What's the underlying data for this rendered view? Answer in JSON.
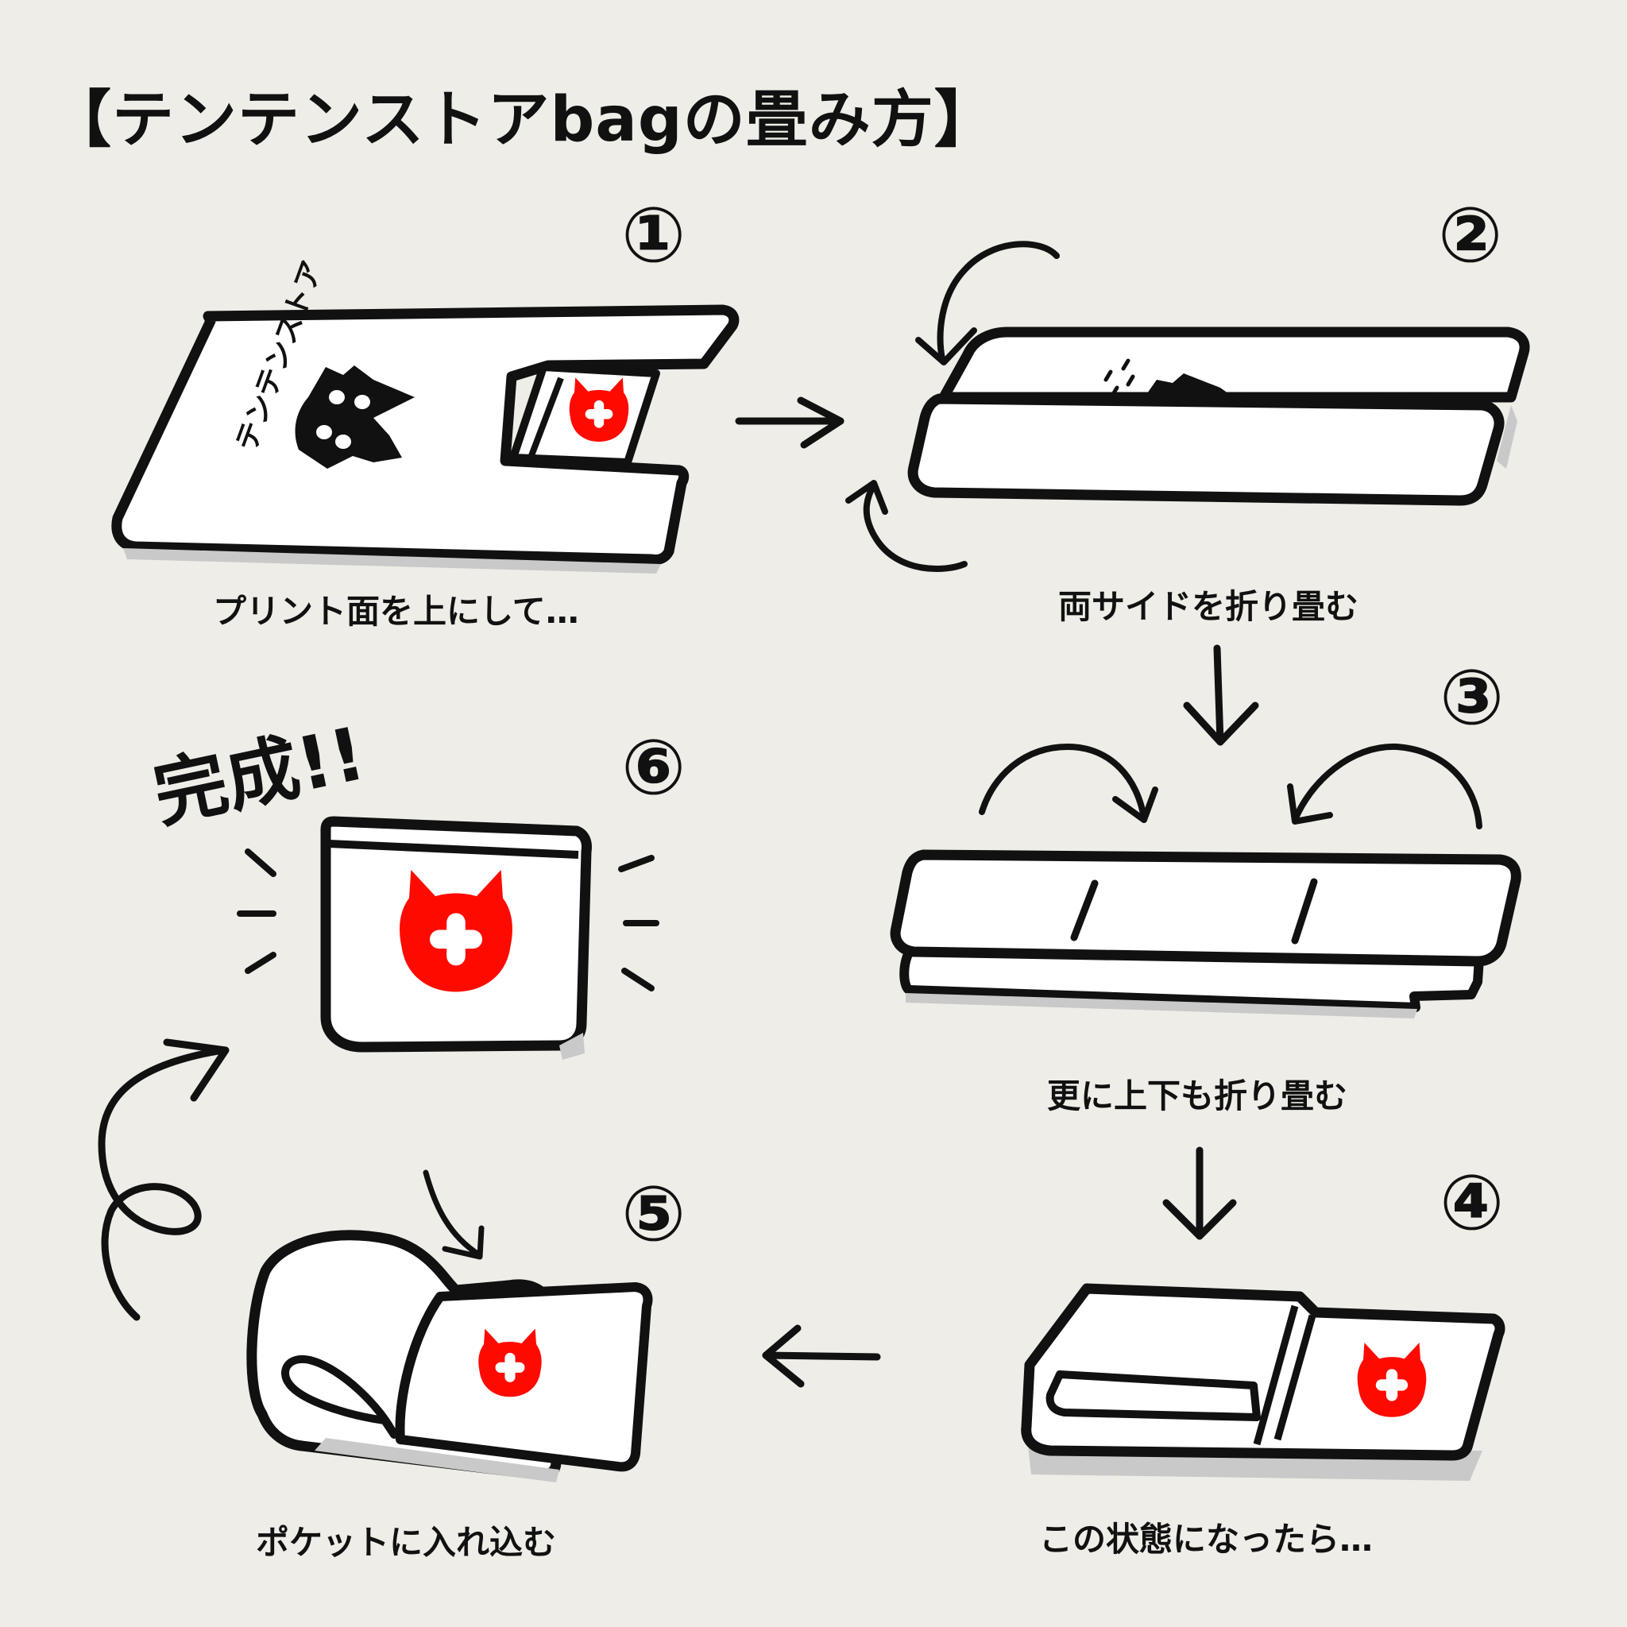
{
  "title": "【テンテンストアbagの畳み方】",
  "bag_print_text": "テンテンストア",
  "steps": [
    {
      "number": "①",
      "caption": "プリント面を上にして…"
    },
    {
      "number": "②",
      "caption": "両サイドを折り畳む"
    },
    {
      "number": "③",
      "caption": "更に上下も折り畳む"
    },
    {
      "number": "④",
      "caption": "この状態になったら…"
    },
    {
      "number": "⑤",
      "caption": "ポケットに入れ込む"
    },
    {
      "number": "⑥",
      "caption": ""
    }
  ],
  "completion_label": "完成!!",
  "colors": {
    "background": "#efede7",
    "outline": "#111111",
    "bag_fill": "#ffffff",
    "logo_red": "#ff0a00",
    "shadow": "#c9c9c9"
  },
  "icons": [
    "cat-logo-icon",
    "black-cat-icon",
    "arrow-right-icon",
    "arrow-down-icon",
    "arrow-left-icon",
    "curved-arrow-icon"
  ]
}
